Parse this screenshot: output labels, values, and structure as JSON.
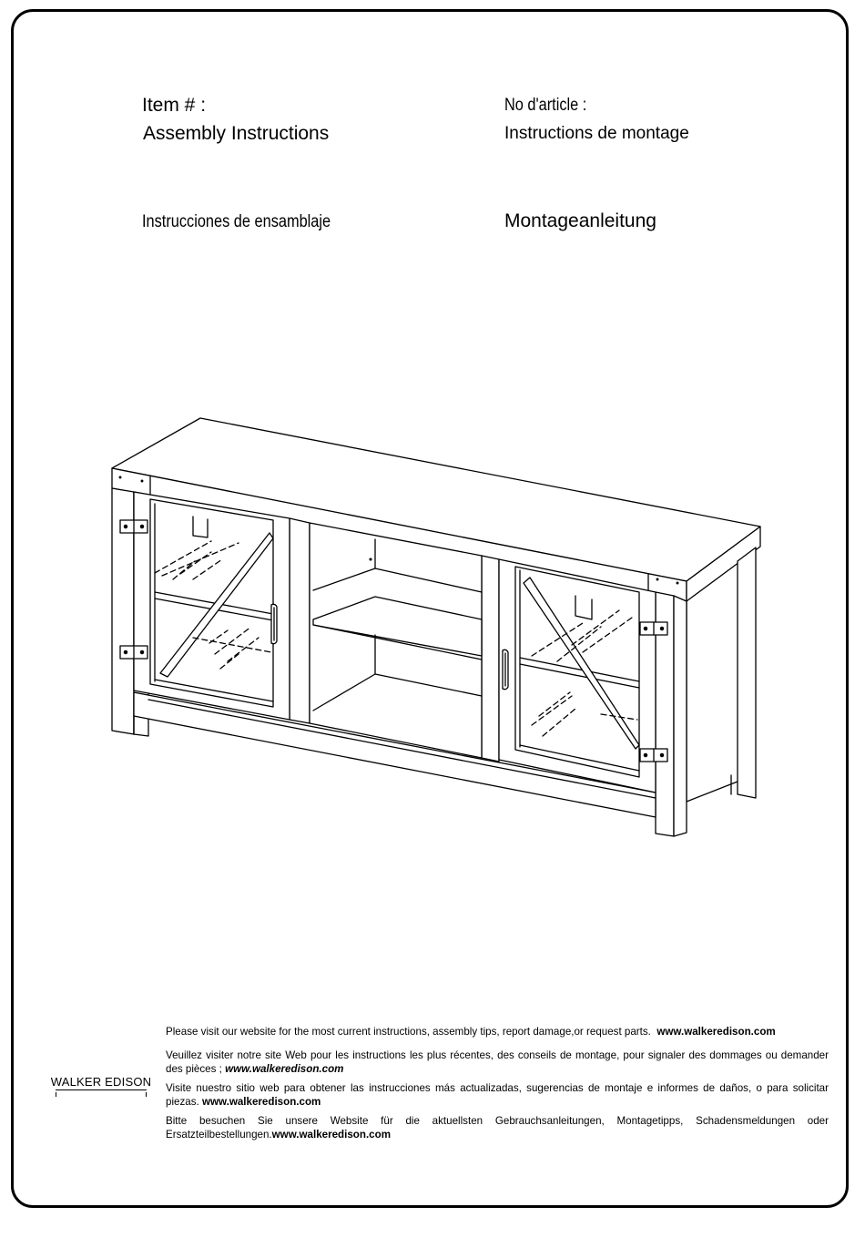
{
  "header": {
    "item_label_en": "Item # :",
    "title_en": "Assembly  Instructions",
    "item_label_fr": "No d'article :",
    "title_fr": "Instructions de montage",
    "title_es": "Instrucciones de ensamblaje",
    "title_de": "Montageanleitung"
  },
  "illustration": {
    "icon": "tv-stand-line-drawing"
  },
  "brand": {
    "logo_text": "WALKER EDISON"
  },
  "footer": {
    "en_text": "Please visit our website for the most current instructions, assembly tips, report damage,or request parts.",
    "en_url": "www.walkeredison.com",
    "fr_text": "Veuillez visiter notre site Web pour les instructions les plus récentes, des conseils de montage, pour signaler des dommages ou demander des pièces ; ",
    "fr_url": "www.walkeredison.com",
    "es_text": "Visite nuestro sitio web para obtener las instrucciones más actualizadas, sugerencias de montaje e informes de daños, o para solicitar piezas. ",
    "es_url": "www.walkeredison.com",
    "de_text": "Bitte besuchen Sie unsere Website für die aktuellsten Gebrauchsanleitungen, Montagetipps, Schadensmeldungen oder Ersatzteilbestellungen.",
    "de_url": "www.walkeredison.com"
  }
}
